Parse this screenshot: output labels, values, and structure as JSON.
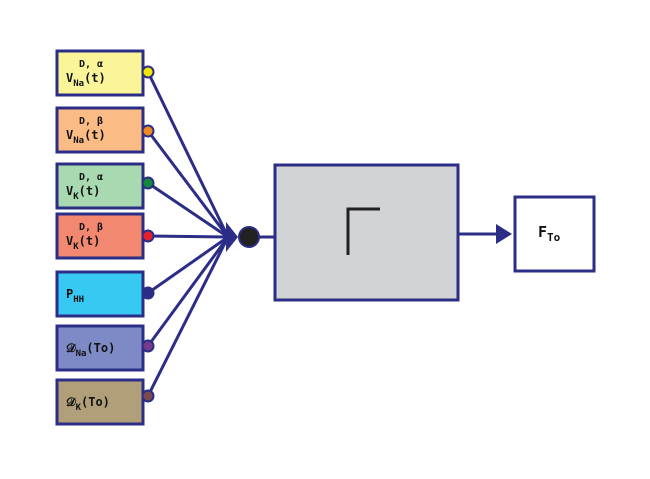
{
  "colors": {
    "line": "#2b2d86",
    "grey_box": "#d2d3d5",
    "node": "#222222"
  },
  "inputs": [
    {
      "sup": "D, α",
      "main": "V",
      "sub": "Na",
      "tail": "(t)",
      "fill": "#fbf59a",
      "dot": "#f2e600"
    },
    {
      "sup": "D, β",
      "main": "V",
      "sub": "Na",
      "tail": "(t)",
      "fill": "#fbbb84",
      "dot": "#f08a1c"
    },
    {
      "sup": "D, α",
      "main": "V",
      "sub": "K",
      "tail": "(t)",
      "fill": "#a9d9b0",
      "dot": "#138a3a"
    },
    {
      "sup": "D, β",
      "main": "V",
      "sub": "K",
      "tail": "(t)",
      "fill": "#f28870",
      "dot": "#e5202a"
    },
    {
      "sup": "",
      "main": "P",
      "sub": "HH",
      "tail": "",
      "fill": "#37c8f4",
      "dot": "#2b2d86"
    },
    {
      "sup": "",
      "main": "𝒟",
      "sub": "Na",
      "tail": "(To)",
      "fill": "#7d8ac6",
      "dot": "#7a3a8c"
    },
    {
      "sup": "",
      "main": "𝒟",
      "sub": "K",
      "tail": "(To)",
      "fill": "#b09f78",
      "dot": "#7a4a52"
    }
  ],
  "output": {
    "main": "F",
    "sub": "To"
  }
}
